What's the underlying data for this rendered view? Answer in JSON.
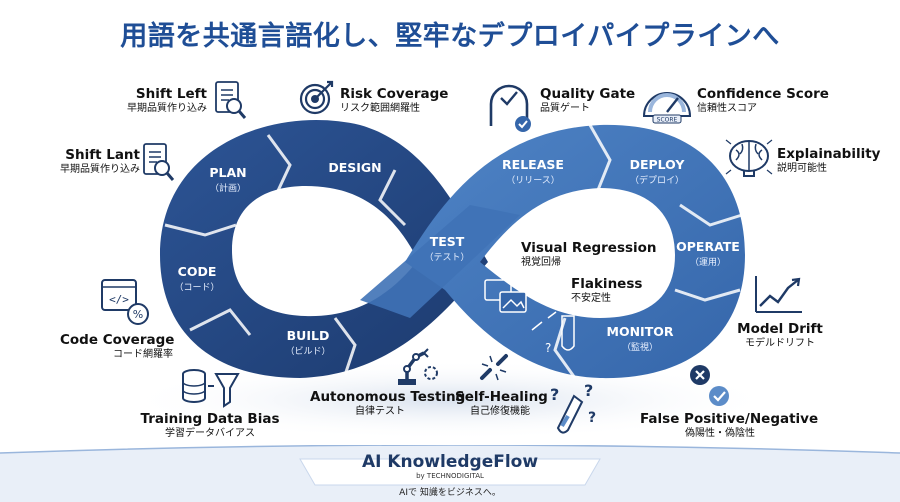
{
  "title": "用語を共通言語化し、堅牢なデプロイパイプラインへ",
  "stages": [
    {
      "en": "PLAN",
      "ja": "（計画）"
    },
    {
      "en": "DESIGN",
      "ja": ""
    },
    {
      "en": "CODE",
      "ja": "（コード）"
    },
    {
      "en": "BUILD",
      "ja": "（ビルド）"
    },
    {
      "en": "TEST",
      "ja": "（テスト）"
    },
    {
      "en": "RELEASE",
      "ja": "（リリース）"
    },
    {
      "en": "DEPLOY",
      "ja": "（デプロイ）"
    },
    {
      "en": "OPERATE",
      "ja": "（運用）"
    },
    {
      "en": "MONITOR",
      "ja": "（監視）"
    }
  ],
  "terms": {
    "shift_left": {
      "en": "Shift Left",
      "ja": "早期品質作り込み"
    },
    "shift_lant": {
      "en": "Shift Lant",
      "ja": "早期品質作り込み"
    },
    "risk_coverage": {
      "en": "Risk Coverage",
      "ja": "リスク範囲網羅性"
    },
    "quality_gate": {
      "en": "Quality Gate",
      "ja": "品質ゲート"
    },
    "confidence_score": {
      "en": "Confidence Score",
      "ja": "信頼性スコア"
    },
    "explainability": {
      "en": "Explainability",
      "ja": "説明可能性"
    },
    "visual_regression": {
      "en": "Visual Regression",
      "ja": "視覚回帰"
    },
    "flakiness": {
      "en": "Flakiness",
      "ja": "不安定性"
    },
    "code_coverage": {
      "en": "Code Coverage",
      "ja": "コード網羅率"
    },
    "model_drift": {
      "en": "Model Drift",
      "ja": "モデルドリフト"
    },
    "autonomous_testing": {
      "en": "Autonomous Testing",
      "ja": "自律テスト"
    },
    "self_healing": {
      "en": "Self-Healing",
      "ja": "自己修復機能"
    },
    "training_data_bias": {
      "en": "Training Data Bias",
      "ja": "学習データバイアス"
    },
    "false_positive": {
      "en": "False Positive/Negative",
      "ja": "偽陽性・偽陰性"
    }
  },
  "score_label": "SCORE",
  "footer": {
    "brand": "AI KnowledgeFlow",
    "by": "by TECHNODIGITAL",
    "tagline": "AIで 知識をビジネスへ。"
  },
  "colors": {
    "title": "#1f4e96",
    "dark": "#1e3f78",
    "mid": "#2f5da3",
    "light": "#5c8cc8"
  }
}
